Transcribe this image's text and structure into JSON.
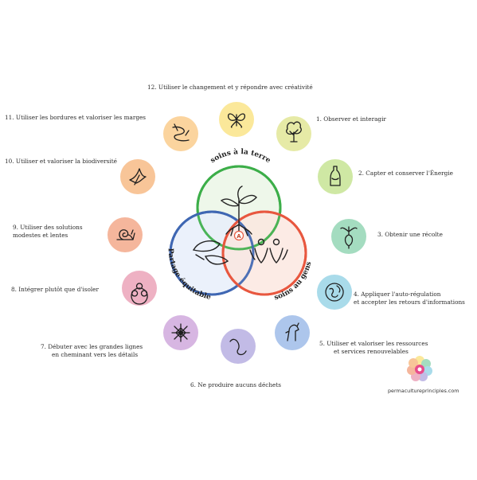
{
  "center": {
    "ethics": [
      "soins à la terre",
      "Partage équitable",
      "soins au gens"
    ],
    "center_mark": "A",
    "colors": {
      "earth": "#3cae49",
      "share": "#3f67b2",
      "people": "#e8583f"
    }
  },
  "principles": [
    {
      "label_lines": [
        "1. Observer et interagir"
      ],
      "color": "#e6eaa6",
      "icon": "tree-icon"
    },
    {
      "label_lines": [
        "2. Capter et conserver l'Énergie"
      ],
      "color": "#cfe8a4",
      "icon": "bottle-icon"
    },
    {
      "label_lines": [
        "3. Obtenir une récolte"
      ],
      "color": "#a4dcc0",
      "icon": "radish-icon"
    },
    {
      "label_lines": [
        "4. Appliquer l'auto-régulation",
        "et accepter les retours d'informations"
      ],
      "color": "#a9dbea",
      "icon": "globe-icon"
    },
    {
      "label_lines": [
        "5. Utiliser et valoriser les ressources",
        "et services renouvelables"
      ],
      "color": "#adc6ec",
      "icon": "horse-icon"
    },
    {
      "label_lines": [
        "6. Ne produire aucuns déchets"
      ],
      "color": "#c2bbe6",
      "icon": "worm-icon"
    },
    {
      "label_lines": [
        "7. Débuter avec les grandes lignes",
        "en cheminant vers les détails"
      ],
      "color": "#d7b6e2",
      "icon": "spiderweb-icon"
    },
    {
      "label_lines": [
        "8. Intégrer plutôt que d'isoler"
      ],
      "color": "#eeb1c3",
      "icon": "circles-icon"
    },
    {
      "label_lines": [
        "9. Utiliser des solutions",
        "modestes et lentes"
      ],
      "color": "#f5b69c",
      "icon": "snail-icon"
    },
    {
      "label_lines": [
        "10. Utiliser et valoriser la biodiversité"
      ],
      "color": "#f8c598",
      "icon": "bird-icon"
    },
    {
      "label_lines": [
        "11. Utiliser les bordures et valoriser les marges"
      ],
      "color": "#fbd49e",
      "icon": "river-icon"
    },
    {
      "label_lines": [
        "12. Utiliser le changement et y répondre avec créativité"
      ],
      "color": "#fbe89a",
      "icon": "butterfly-icon"
    }
  ],
  "footer": {
    "brand": "permacultureprinciples.com"
  }
}
